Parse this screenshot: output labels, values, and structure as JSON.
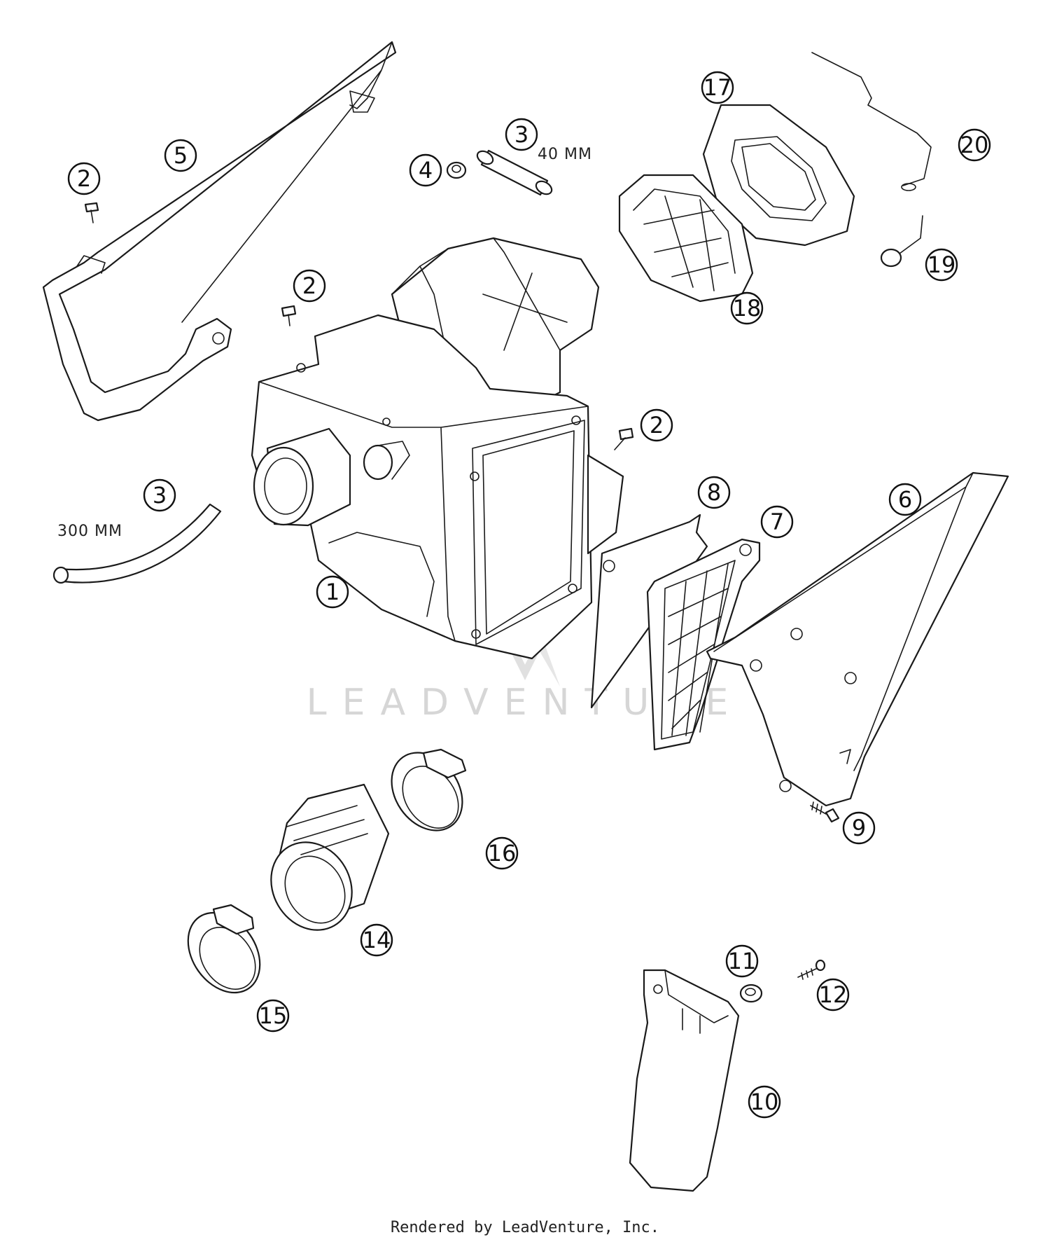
{
  "callouts": {
    "c1": "1",
    "c2a": "2",
    "c2b": "2",
    "c2c": "2",
    "c3a": "3",
    "c3b": "3",
    "c4": "4",
    "c5": "5",
    "c6": "6",
    "c7": "7",
    "c8": "8",
    "c9": "9",
    "c10": "10",
    "c11": "11",
    "c12": "12",
    "c14": "14",
    "c15": "15",
    "c16": "16",
    "c17": "17",
    "c18": "18",
    "c19": "19",
    "c20": "20"
  },
  "dimensions": {
    "hose_short": "40 MM",
    "hose_long": "300 MM"
  },
  "watermark": "LEADVENTURE",
  "footer": "Rendered by LeadVenture, Inc."
}
